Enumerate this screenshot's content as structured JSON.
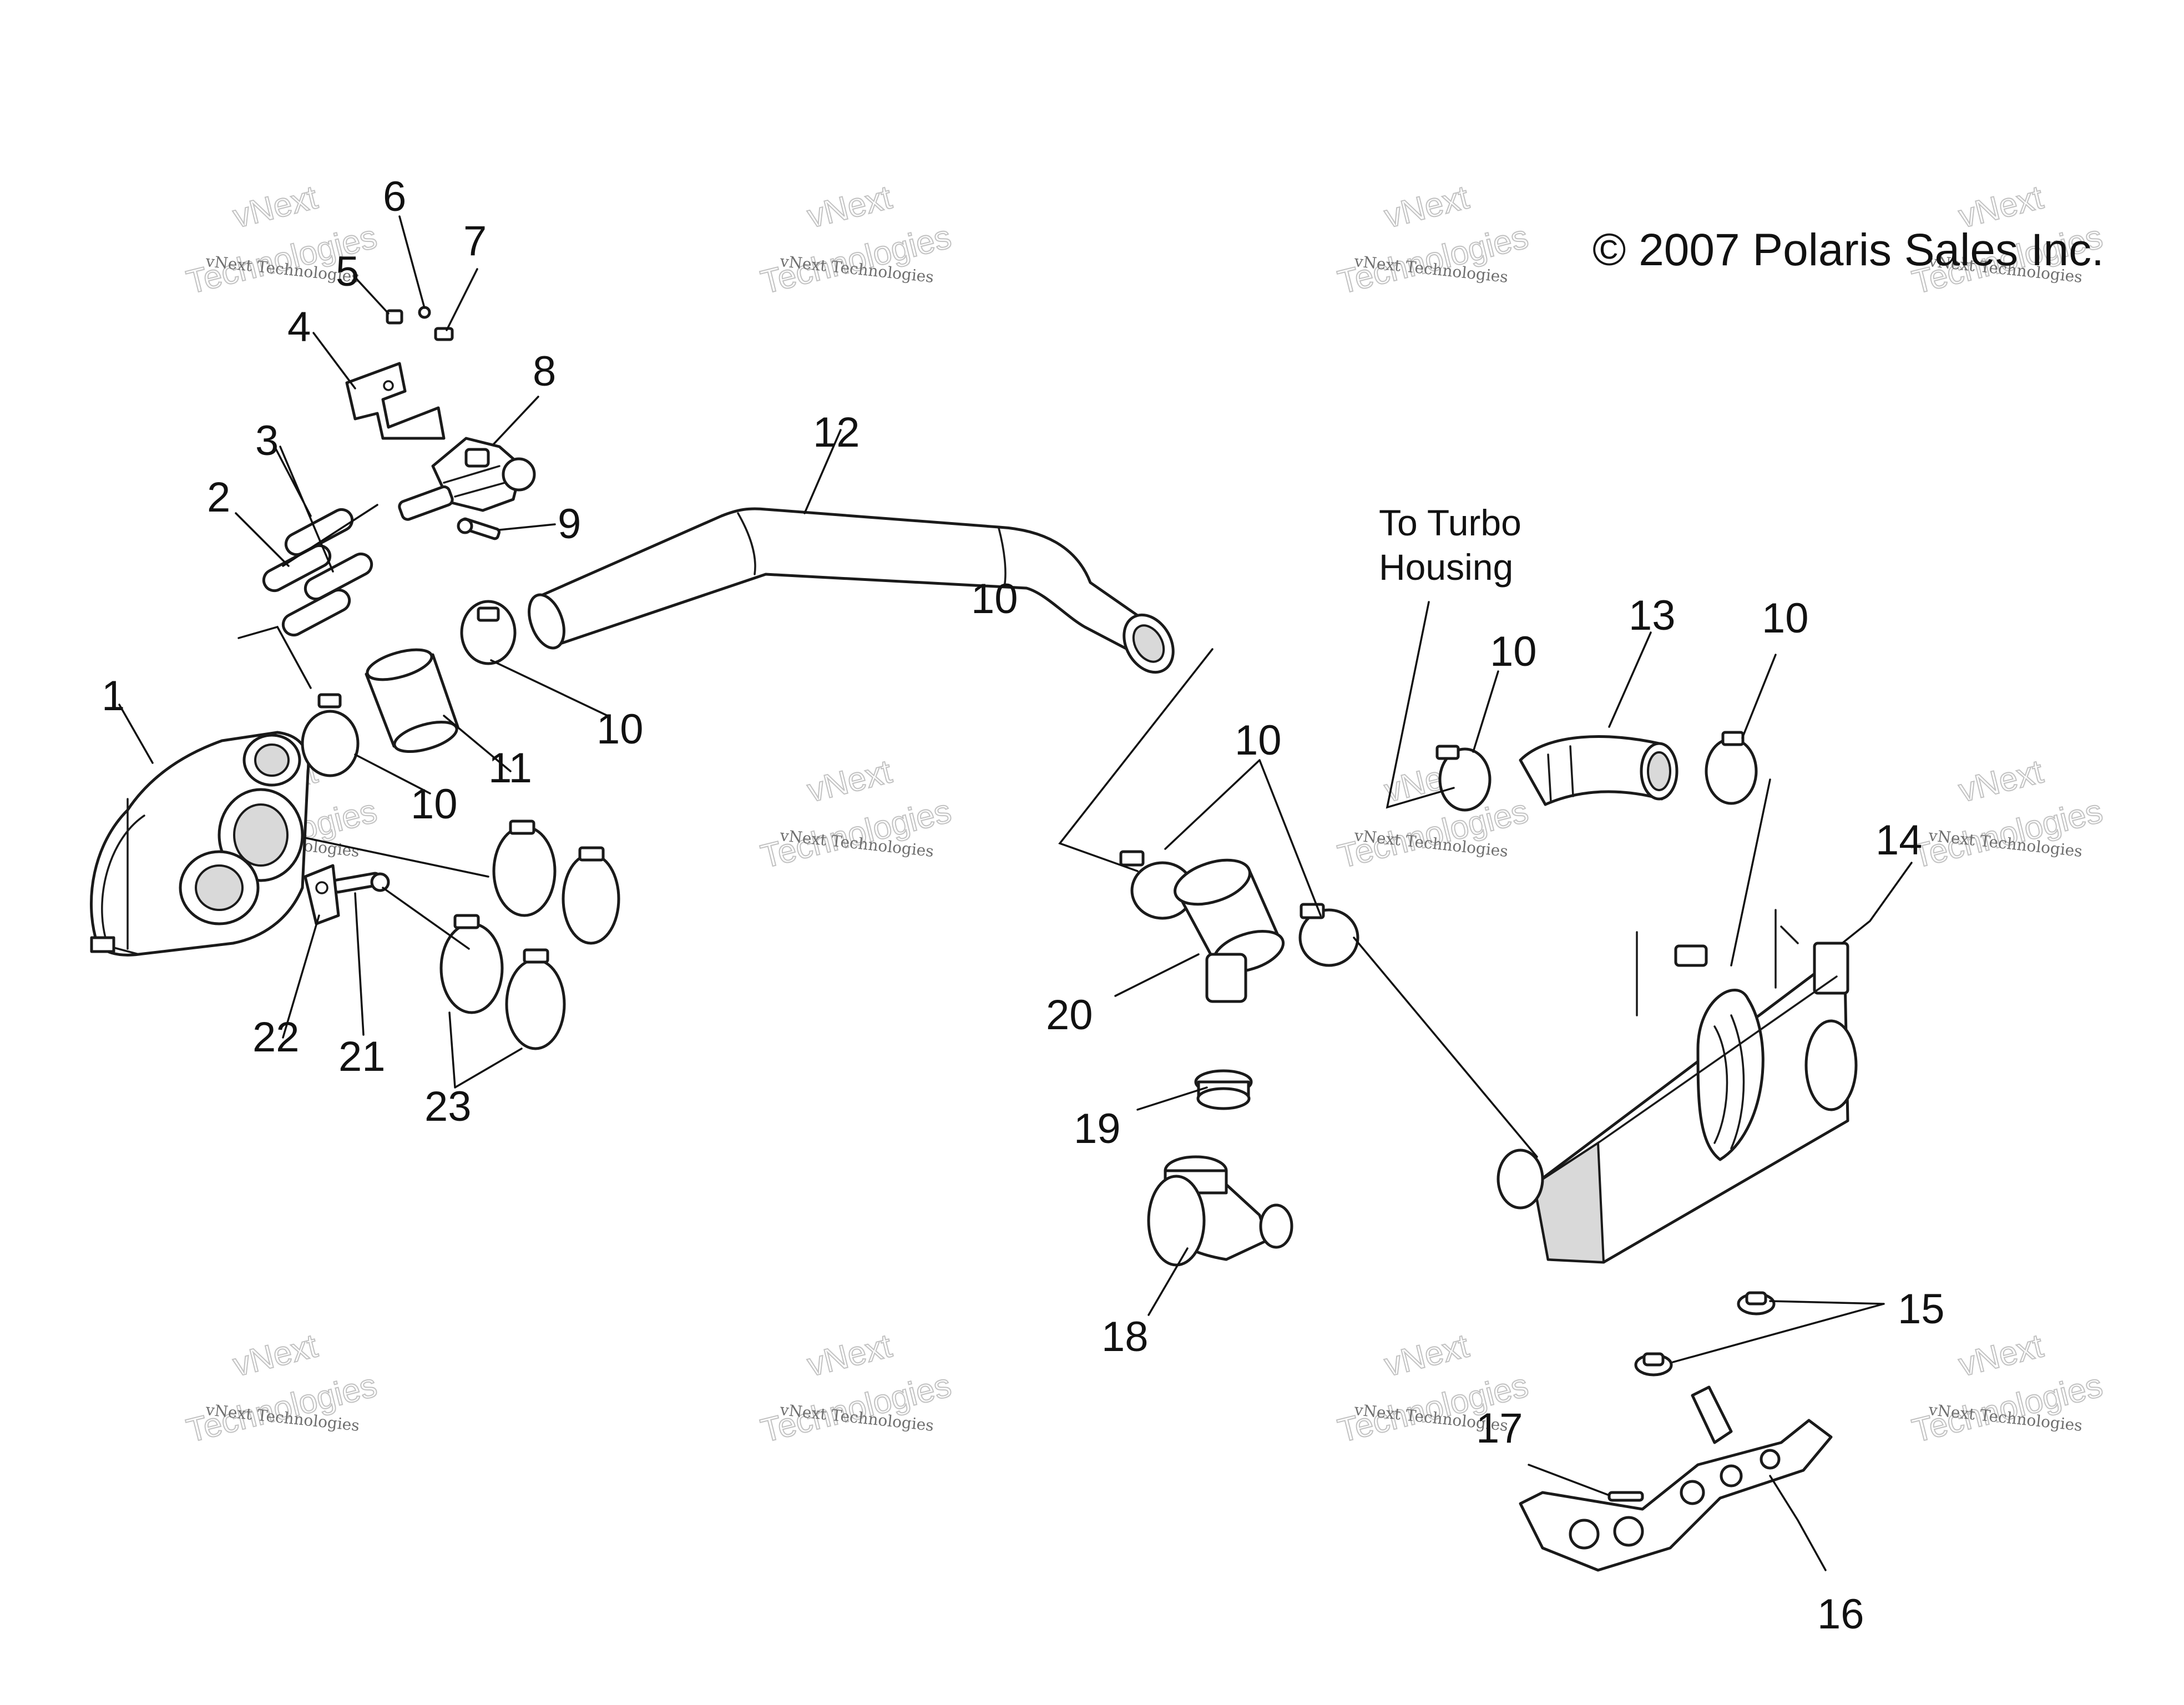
{
  "copyright": "© 2007 Polaris Sales Inc.",
  "watermark": {
    "line1": "vNext",
    "line2": "vNext Technologies",
    "line3": "Technologies"
  },
  "note": {
    "line1": "To Turbo",
    "line2": "Housing"
  },
  "callouts": [
    {
      "id": "c1",
      "label": "1"
    },
    {
      "id": "c2",
      "label": "2"
    },
    {
      "id": "c3",
      "label": "3"
    },
    {
      "id": "c4",
      "label": "4"
    },
    {
      "id": "c5",
      "label": "5"
    },
    {
      "id": "c6",
      "label": "6"
    },
    {
      "id": "c7",
      "label": "7"
    },
    {
      "id": "c8",
      "label": "8"
    },
    {
      "id": "c9",
      "label": "9"
    },
    {
      "id": "c10a",
      "label": "10"
    },
    {
      "id": "c10b",
      "label": "10"
    },
    {
      "id": "c10c",
      "label": "10"
    },
    {
      "id": "c10d",
      "label": "10"
    },
    {
      "id": "c10e",
      "label": "10"
    },
    {
      "id": "c10f",
      "label": "10"
    },
    {
      "id": "c11",
      "label": "11"
    },
    {
      "id": "c12",
      "label": "12"
    },
    {
      "id": "c13",
      "label": "13"
    },
    {
      "id": "c14",
      "label": "14"
    },
    {
      "id": "c15",
      "label": "15"
    },
    {
      "id": "c16",
      "label": "16"
    },
    {
      "id": "c17",
      "label": "17"
    },
    {
      "id": "c18",
      "label": "18"
    },
    {
      "id": "c19",
      "label": "19"
    },
    {
      "id": "c20",
      "label": "20"
    },
    {
      "id": "c21",
      "label": "21"
    },
    {
      "id": "c22",
      "label": "22"
    },
    {
      "id": "c23",
      "label": "23"
    }
  ]
}
